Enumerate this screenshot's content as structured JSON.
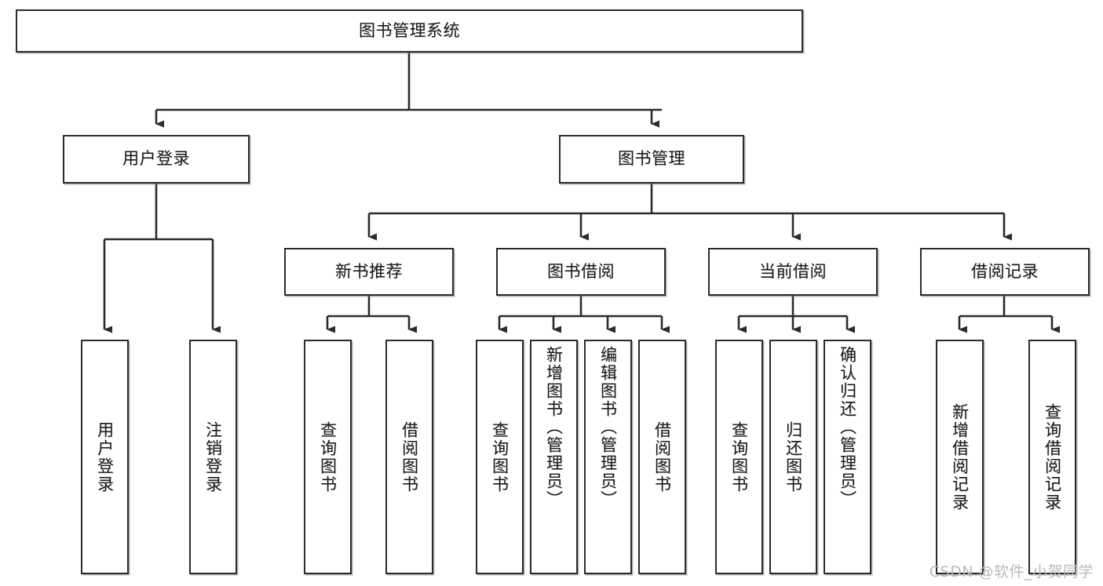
{
  "diagram": {
    "type": "tree-hierarchy",
    "title": "图书管理系统",
    "orientation": "top-down",
    "watermark": "CSDN @软件_小贺同学",
    "colors": {
      "node_border": "#2b2b2b",
      "node_fill": "#ffffff",
      "edge": "#2b2b2b",
      "text": "#1a1a1a",
      "watermark": "#b9b9b9"
    },
    "root": {
      "id": "root",
      "label": "图书管理系统",
      "level": 0
    },
    "level2": [
      {
        "id": "user-login",
        "label": "用户登录",
        "level": 1
      },
      {
        "id": "book-manage",
        "label": "图书管理",
        "level": 1
      }
    ],
    "level3": [
      {
        "id": "new-book-recommend",
        "label": "新书推荐",
        "level": 2,
        "parent": "book-manage"
      },
      {
        "id": "book-borrow",
        "label": "图书借阅",
        "level": 2,
        "parent": "book-manage"
      },
      {
        "id": "current-borrow",
        "label": "当前借阅",
        "level": 2,
        "parent": "book-manage"
      },
      {
        "id": "borrow-record",
        "label": "借阅记录",
        "level": 2,
        "parent": "book-manage"
      }
    ],
    "leaves": [
      {
        "id": "leaf-user-login",
        "label": "用户登录",
        "parent": "user-login",
        "level": 2
      },
      {
        "id": "leaf-user-logout",
        "label": "注销登录",
        "parent": "user-login",
        "level": 2
      },
      {
        "id": "leaf-query-book-1",
        "label": "查询图书",
        "parent": "new-book-recommend",
        "level": 3
      },
      {
        "id": "leaf-borrow-book-1",
        "label": "借阅图书",
        "parent": "new-book-recommend",
        "level": 3
      },
      {
        "id": "leaf-query-book-2",
        "label": "查询图书",
        "parent": "book-borrow",
        "level": 3
      },
      {
        "id": "leaf-add-book",
        "label": "新增图书（管理员）",
        "parent": "book-borrow",
        "level": 3
      },
      {
        "id": "leaf-edit-book",
        "label": "编辑图书（管理员）",
        "parent": "book-borrow",
        "level": 3
      },
      {
        "id": "leaf-borrow-book-2",
        "label": "借阅图书",
        "parent": "book-borrow",
        "level": 3
      },
      {
        "id": "leaf-query-book-3",
        "label": "查询图书",
        "parent": "current-borrow",
        "level": 3
      },
      {
        "id": "leaf-return-book",
        "label": "归还图书",
        "parent": "current-borrow",
        "level": 3
      },
      {
        "id": "leaf-confirm-return",
        "label": "确认归还（管理员）",
        "parent": "current-borrow",
        "level": 3
      },
      {
        "id": "leaf-add-record",
        "label": "新增借阅记录",
        "parent": "borrow-record",
        "level": 3
      },
      {
        "id": "leaf-query-record",
        "label": "查询借阅记录",
        "parent": "borrow-record",
        "level": 3
      }
    ]
  }
}
